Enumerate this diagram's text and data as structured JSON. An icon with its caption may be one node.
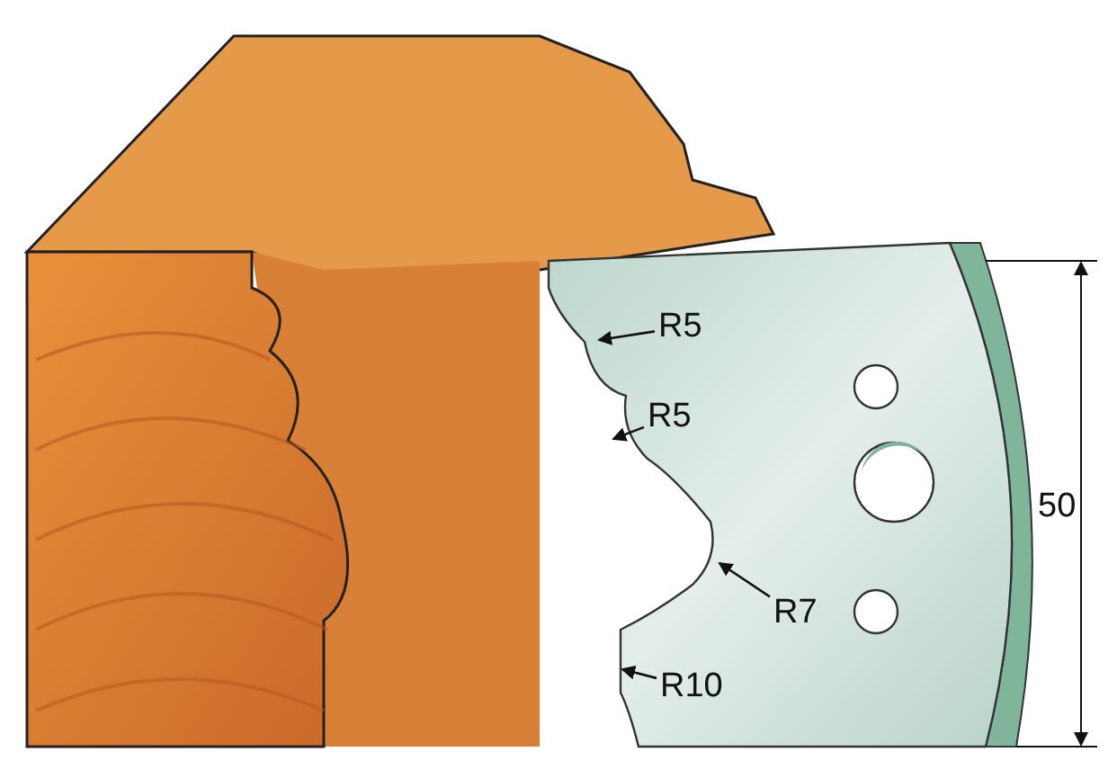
{
  "diagram": {
    "nodes": [
      {
        "text": [
          "R5"
        ]
      },
      {
        "text": [
          "R5"
        ]
      },
      {
        "text": [
          "R7"
        ]
      },
      {
        "text": [
          "R10"
        ]
      }
    ],
    "edges": [
      {
        "from": 0,
        "to": null,
        "arrow": "to"
      },
      {
        "from": 1,
        "to": null,
        "arrow": "to"
      },
      {
        "from": 2,
        "to": null,
        "arrow": "to"
      },
      {
        "from": 3,
        "to": null,
        "arrow": "to"
      }
    ],
    "labels": [
      "50"
    ]
  }
}
